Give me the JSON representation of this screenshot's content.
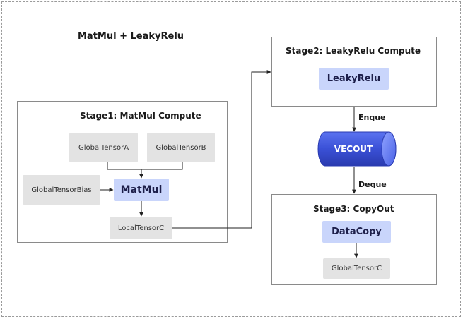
{
  "title": "MatMul + LeakyRelu",
  "stage1": {
    "title": "Stage1: MatMul Compute",
    "global_a": "GlobalTensorA",
    "global_b": "GlobalTensorB",
    "global_bias": "GlobalTensorBias",
    "matmul": "MatMul",
    "local_c": "LocalTensorC"
  },
  "stage2": {
    "title": "Stage2: LeakyRelu Compute",
    "leakyrelu": "LeakyRelu"
  },
  "queue": {
    "label": "VECOUT",
    "enque": "Enque",
    "deque": "Deque"
  },
  "stage3": {
    "title": "Stage3: CopyOut",
    "datacopy": "DataCopy",
    "global_c": "GlobalTensorC"
  },
  "colors": {
    "block_blue": "#c9d5fb",
    "block_gray": "#e3e3e3",
    "queue_blue": "#3f56d8"
  }
}
